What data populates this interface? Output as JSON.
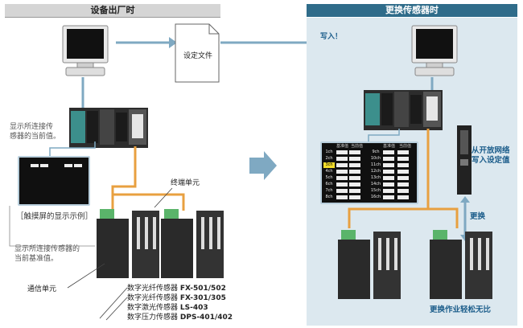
{
  "left": {
    "header": "设备出厂时",
    "file_label": "设定文件",
    "note_top": [
      "显示所连接传",
      "感器的当前值。"
    ],
    "screen_caption": "［触摸屏的显示示例］",
    "note_bottom": [
      "显示所连接传感器的",
      "当前基准值。"
    ],
    "terminal_label": "终端单元",
    "comm_label": "通信单元",
    "sensor_list": [
      {
        "name": "数字光纤传感器",
        "model": "FX-501/502"
      },
      {
        "name": "数字光纤传感器",
        "model": "FX-301/305"
      },
      {
        "name": "数字激光传感器",
        "model": "LS-403"
      },
      {
        "name": "数字压力传感器",
        "model": "DPS-401/402"
      }
    ]
  },
  "right": {
    "header": "更换传感器时",
    "write_label": "写入！",
    "network_label": [
      "从开放网络",
      "写入设定值"
    ],
    "replace_label": "更换",
    "easy_label": "更换作业轻松无比",
    "screen": {
      "headers": [
        "基准值",
        "当前值",
        "基准值",
        "当前值"
      ],
      "rows": [
        {
          "l": "1ch",
          "r": "9ch"
        },
        {
          "l": "2ch",
          "r": "10ch"
        },
        {
          "l": "3ch",
          "r": "11ch"
        },
        {
          "l": "4ch",
          "r": "12ch"
        },
        {
          "l": "5ch",
          "r": "13ch"
        },
        {
          "l": "6ch",
          "r": "14ch"
        },
        {
          "l": "7ch",
          "r": "15ch"
        },
        {
          "l": "8ch",
          "r": "16ch"
        }
      ]
    }
  },
  "colors": {
    "accent": "#2f6c8a",
    "cable": "#e8a040",
    "panel": "#dce8ef",
    "arrow": "#7fa9c2"
  }
}
